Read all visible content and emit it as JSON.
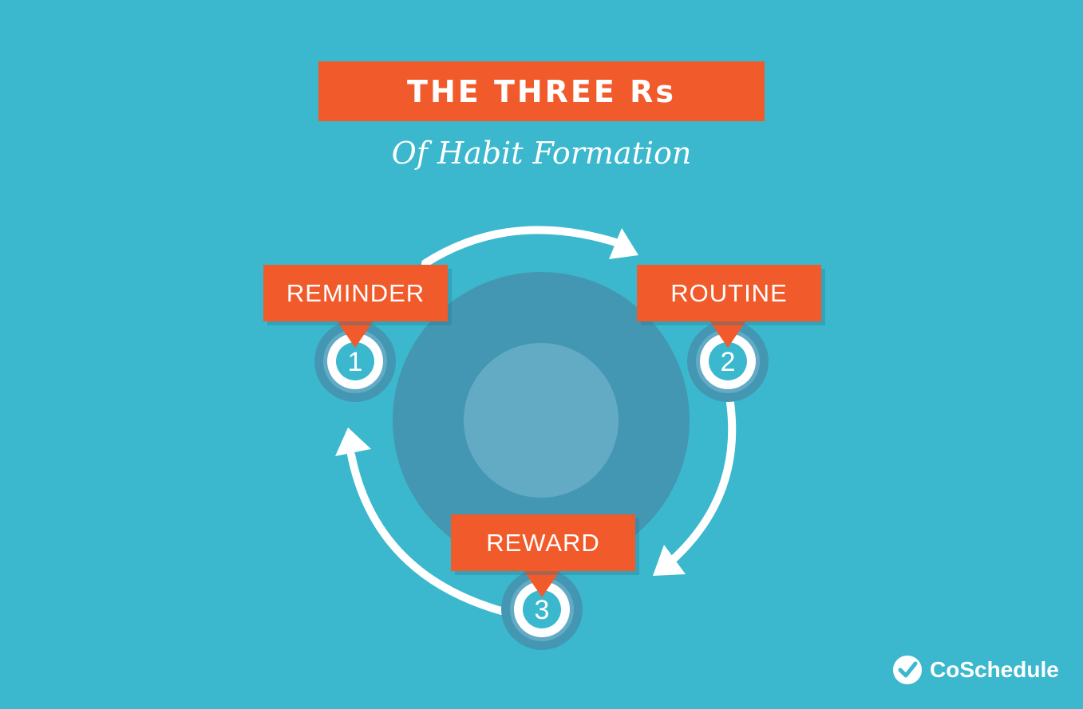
{
  "title": "THE THREE Rs",
  "subtitle": "Of Habit Formation",
  "stages": [
    {
      "label": "REMINDER",
      "number": "1"
    },
    {
      "label": "ROUTINE",
      "number": "2"
    },
    {
      "label": "REWARD",
      "number": "3"
    }
  ],
  "brand": {
    "name": "CoSchedule",
    "icon": "check-badge-icon"
  },
  "colors": {
    "background": "#3bb8cd",
    "accent": "#f15a2b",
    "center_outer": "#4397b3",
    "center_inner": "#63abc4",
    "white": "#ffffff"
  }
}
